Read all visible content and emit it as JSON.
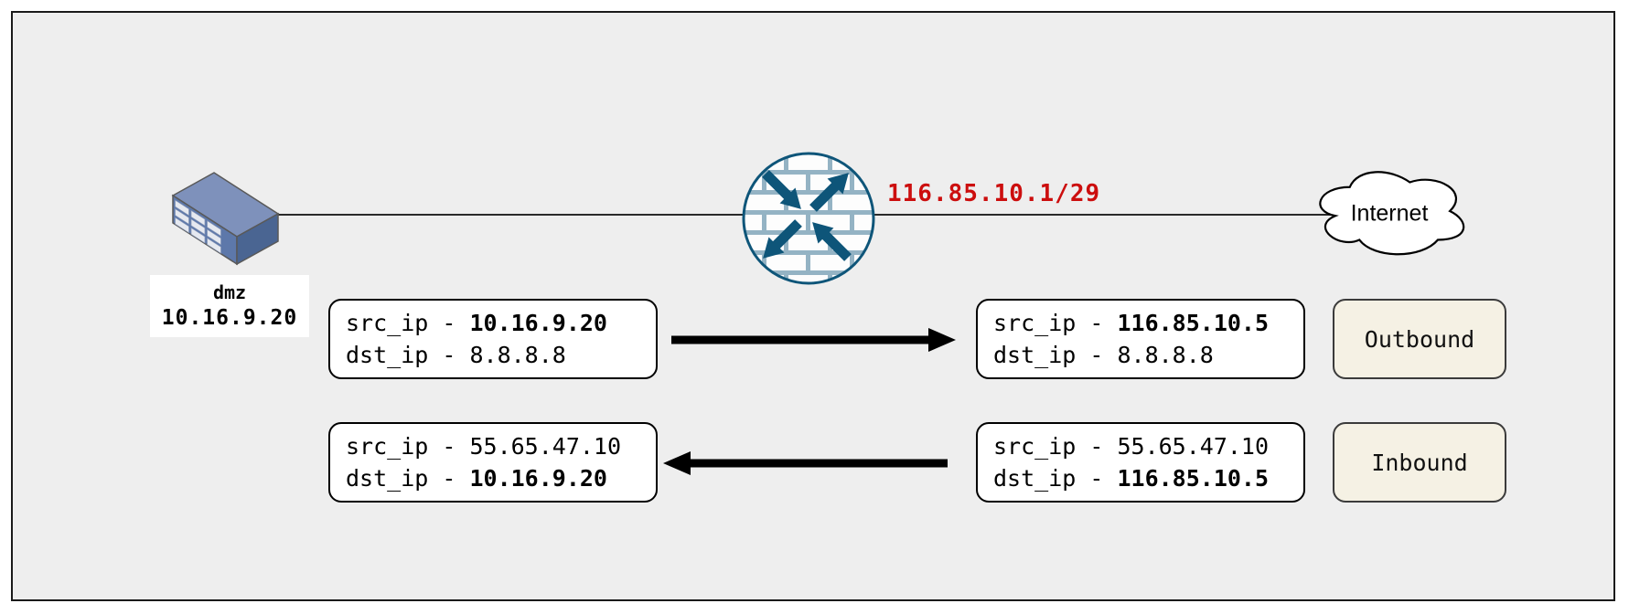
{
  "colors": {
    "canvas_bg": "#eeeeee",
    "frame_border": "#1a1a1a",
    "accent_red": "#cc0e0e",
    "firewall_teal": "#0e5579",
    "brick_blue": "#94b3c4",
    "flow_label_bg": "#f5f1e4",
    "server_top": "#7e91bb",
    "server_front": "#5d78aa",
    "server_side": "#4a6592"
  },
  "server": {
    "icon": "server-isometric-box",
    "name": "dmz",
    "ip": "10.16.9.20"
  },
  "firewall": {
    "icon": "firewall-brick-wall-arrows",
    "wan_ip": "116.85.10.1/29"
  },
  "internet": {
    "icon": "cloud",
    "label": "Internet"
  },
  "packets": {
    "outbound_before": {
      "lines": [
        {
          "pre": "src_ip - ",
          "strong": "10.16.9.20"
        },
        {
          "pre": "dst_ip - 8.8.8.8",
          "strong": ""
        }
      ]
    },
    "outbound_after": {
      "lines": [
        {
          "pre": "src_ip - ",
          "strong": "116.85.10.5"
        },
        {
          "pre": "dst_ip - 8.8.8.8",
          "strong": ""
        }
      ]
    },
    "inbound_after": {
      "lines": [
        {
          "pre": "src_ip - 55.65.47.10",
          "strong": ""
        },
        {
          "pre": "dst_ip - ",
          "strong": "10.16.9.20"
        }
      ]
    },
    "inbound_before": {
      "lines": [
        {
          "pre": "src_ip - 55.65.47.10",
          "strong": ""
        },
        {
          "pre": "dst_ip - ",
          "strong": "116.85.10.5"
        }
      ]
    }
  },
  "flow_labels": {
    "outbound": "Outbound",
    "inbound": "Inbound"
  }
}
